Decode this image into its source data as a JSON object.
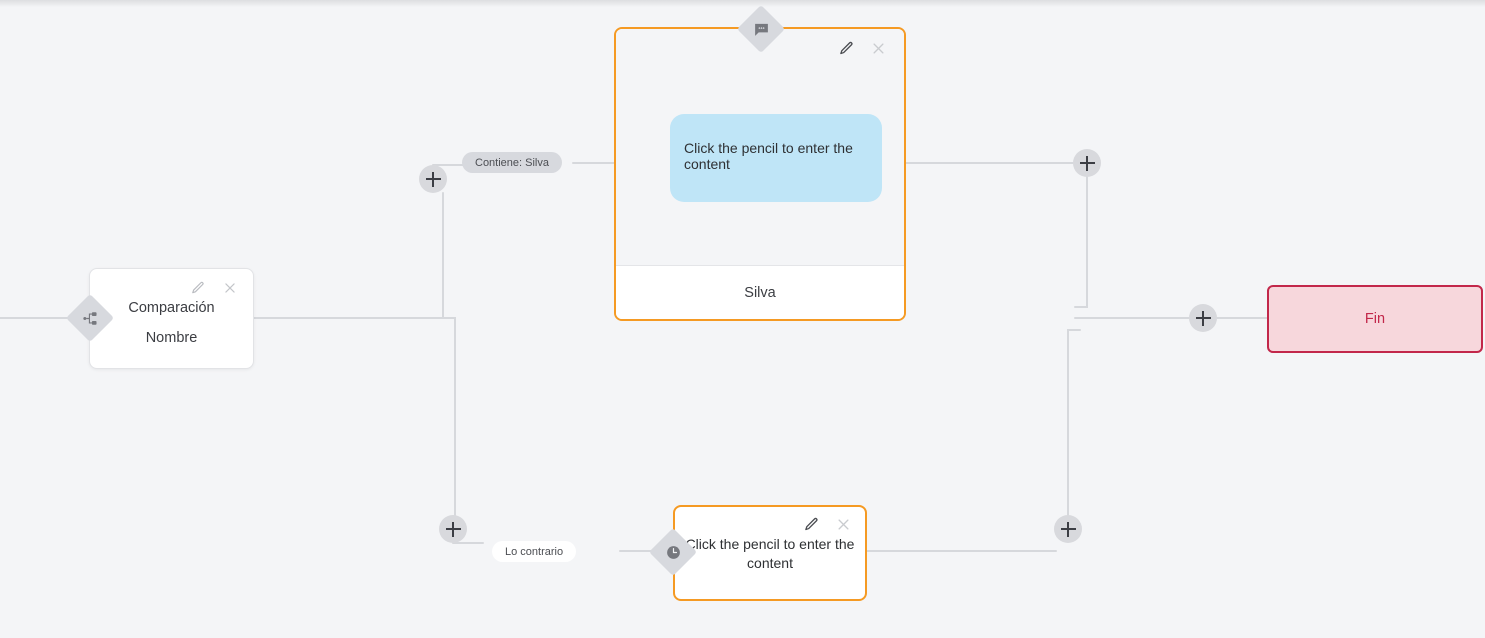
{
  "canvas": {
    "background": "#f4f5f7",
    "accent_orange": "#f59a23",
    "accent_red": "#c2274a",
    "bubble_blue": "#bfe5f7",
    "grey_chip": "#d7d9de"
  },
  "nodes": {
    "comparacion": {
      "title": "Comparación",
      "subtitle": "Nombre",
      "badge_icon": "branch-icon",
      "edit_icon": "pencil-icon",
      "close_icon": "close-icon"
    },
    "message": {
      "bubble_text": "Click the pencil to enter the content",
      "footer_label": "Silva",
      "badge_icon": "chat-bubble-icon",
      "edit_icon": "pencil-icon",
      "close_icon": "close-icon"
    },
    "wait": {
      "text": "Click the pencil to enter the content",
      "badge_icon": "clock-icon",
      "edit_icon": "pencil-icon",
      "close_icon": "close-icon"
    },
    "fin": {
      "label": "Fin"
    }
  },
  "edge_labels": {
    "contiene": "Contiene: Silva",
    "contrario": "Lo contrario"
  },
  "add_buttons": [
    {
      "name": "add-node-top-left",
      "icon": "plus-icon"
    },
    {
      "name": "add-node-top-right",
      "icon": "plus-icon"
    },
    {
      "name": "add-node-bottom-left",
      "icon": "plus-icon"
    },
    {
      "name": "add-node-bottom-right",
      "icon": "plus-icon"
    },
    {
      "name": "add-node-before-fin",
      "icon": "plus-icon"
    }
  ]
}
